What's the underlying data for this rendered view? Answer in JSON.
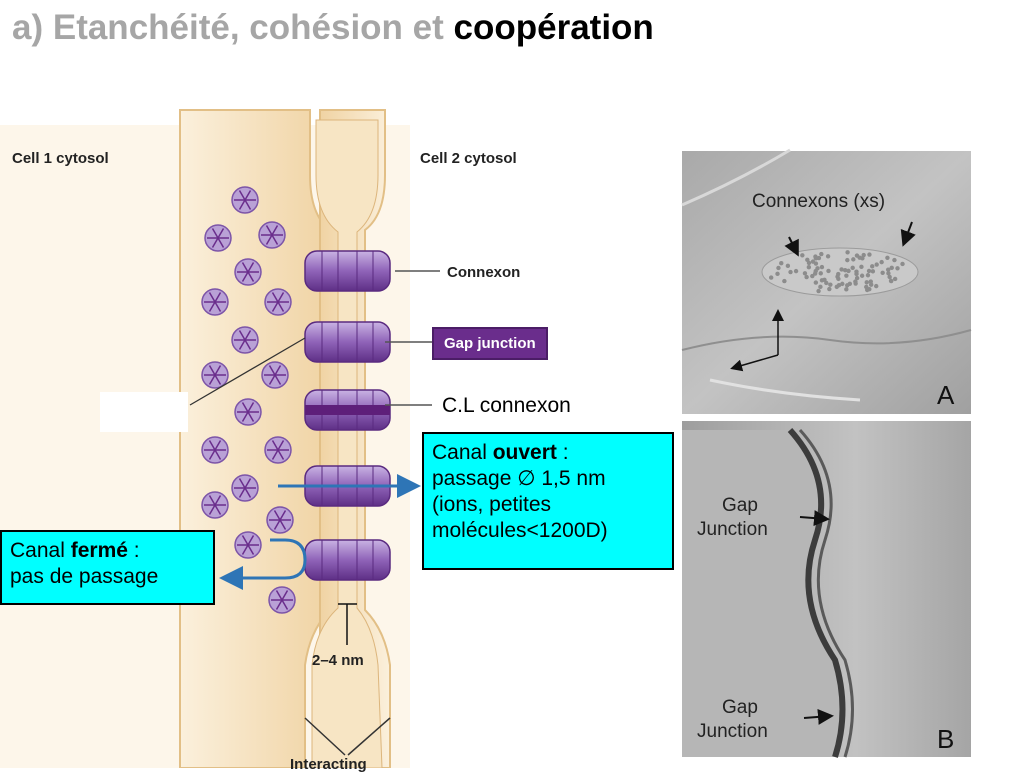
{
  "title": {
    "prefix": "a) Etanchéité, cohésion et",
    "emphasis": "coopération"
  },
  "diagram": {
    "cell1_label": "Cell 1 cytosol",
    "cell2_label": "Cell 2 cytosol",
    "connexon_label": "Connexon",
    "gap_junction_label": "Gap junction",
    "cl_connexon_label": "C.L connexon",
    "gap_size_label": "2–4 nm",
    "bottom_label": "Interacting",
    "colors": {
      "membrane": "#f2d9b0",
      "membrane_edge": "#e2bf86",
      "connexon": "#9a78c0",
      "connexon_dark": "#6a2d8c",
      "arrow": "#2e75b6"
    }
  },
  "callout_open": {
    "line1_prefix": "Canal",
    "line1_bold": "ouvert",
    "line1_suffix": " :",
    "line2": "passage ∅ 1,5 nm",
    "line3": "(ions, petites",
    "line4": "molécules<1200D)"
  },
  "callout_closed": {
    "line1_prefix": "Canal",
    "line1_bold": "fermé",
    "line1_suffix": " :",
    "line2": "pas de passage"
  },
  "micrograph_a": {
    "label": "Connexons (xs)",
    "letter": "A"
  },
  "micrograph_b": {
    "label_top_1": "Gap",
    "label_top_2": "Junction",
    "label_bottom_1": "Gap",
    "label_bottom_2": "Junction",
    "letter": "B"
  }
}
